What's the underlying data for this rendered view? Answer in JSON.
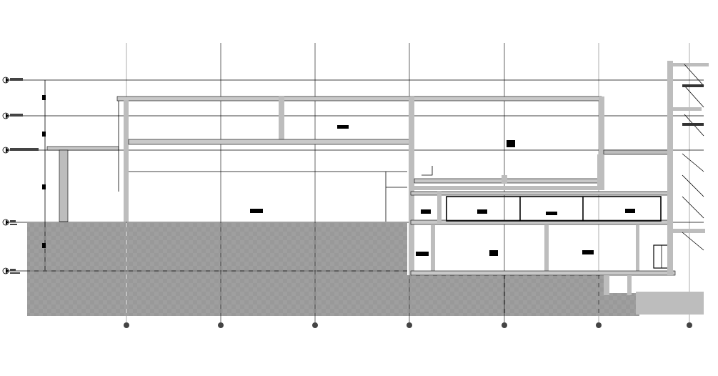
{
  "title": "",
  "level_markers": [
    {
      "name": "level-marker-roof"
    },
    {
      "name": "level-marker-upper"
    },
    {
      "name": "level-marker-mezzanine"
    },
    {
      "name": "level-marker-ground"
    },
    {
      "name": "level-marker-basement"
    }
  ],
  "grid_axes": [
    {
      "name": "grid-axis-1"
    },
    {
      "name": "grid-axis-2"
    },
    {
      "name": "grid-axis-3"
    },
    {
      "name": "grid-axis-4"
    },
    {
      "name": "grid-axis-5"
    },
    {
      "name": "grid-axis-6"
    },
    {
      "name": "grid-axis-7"
    }
  ],
  "colors": {
    "line": "#000000",
    "wall_fill": "#bdbdbd",
    "ground_hatch": "#000000",
    "background": "#ffffff"
  }
}
